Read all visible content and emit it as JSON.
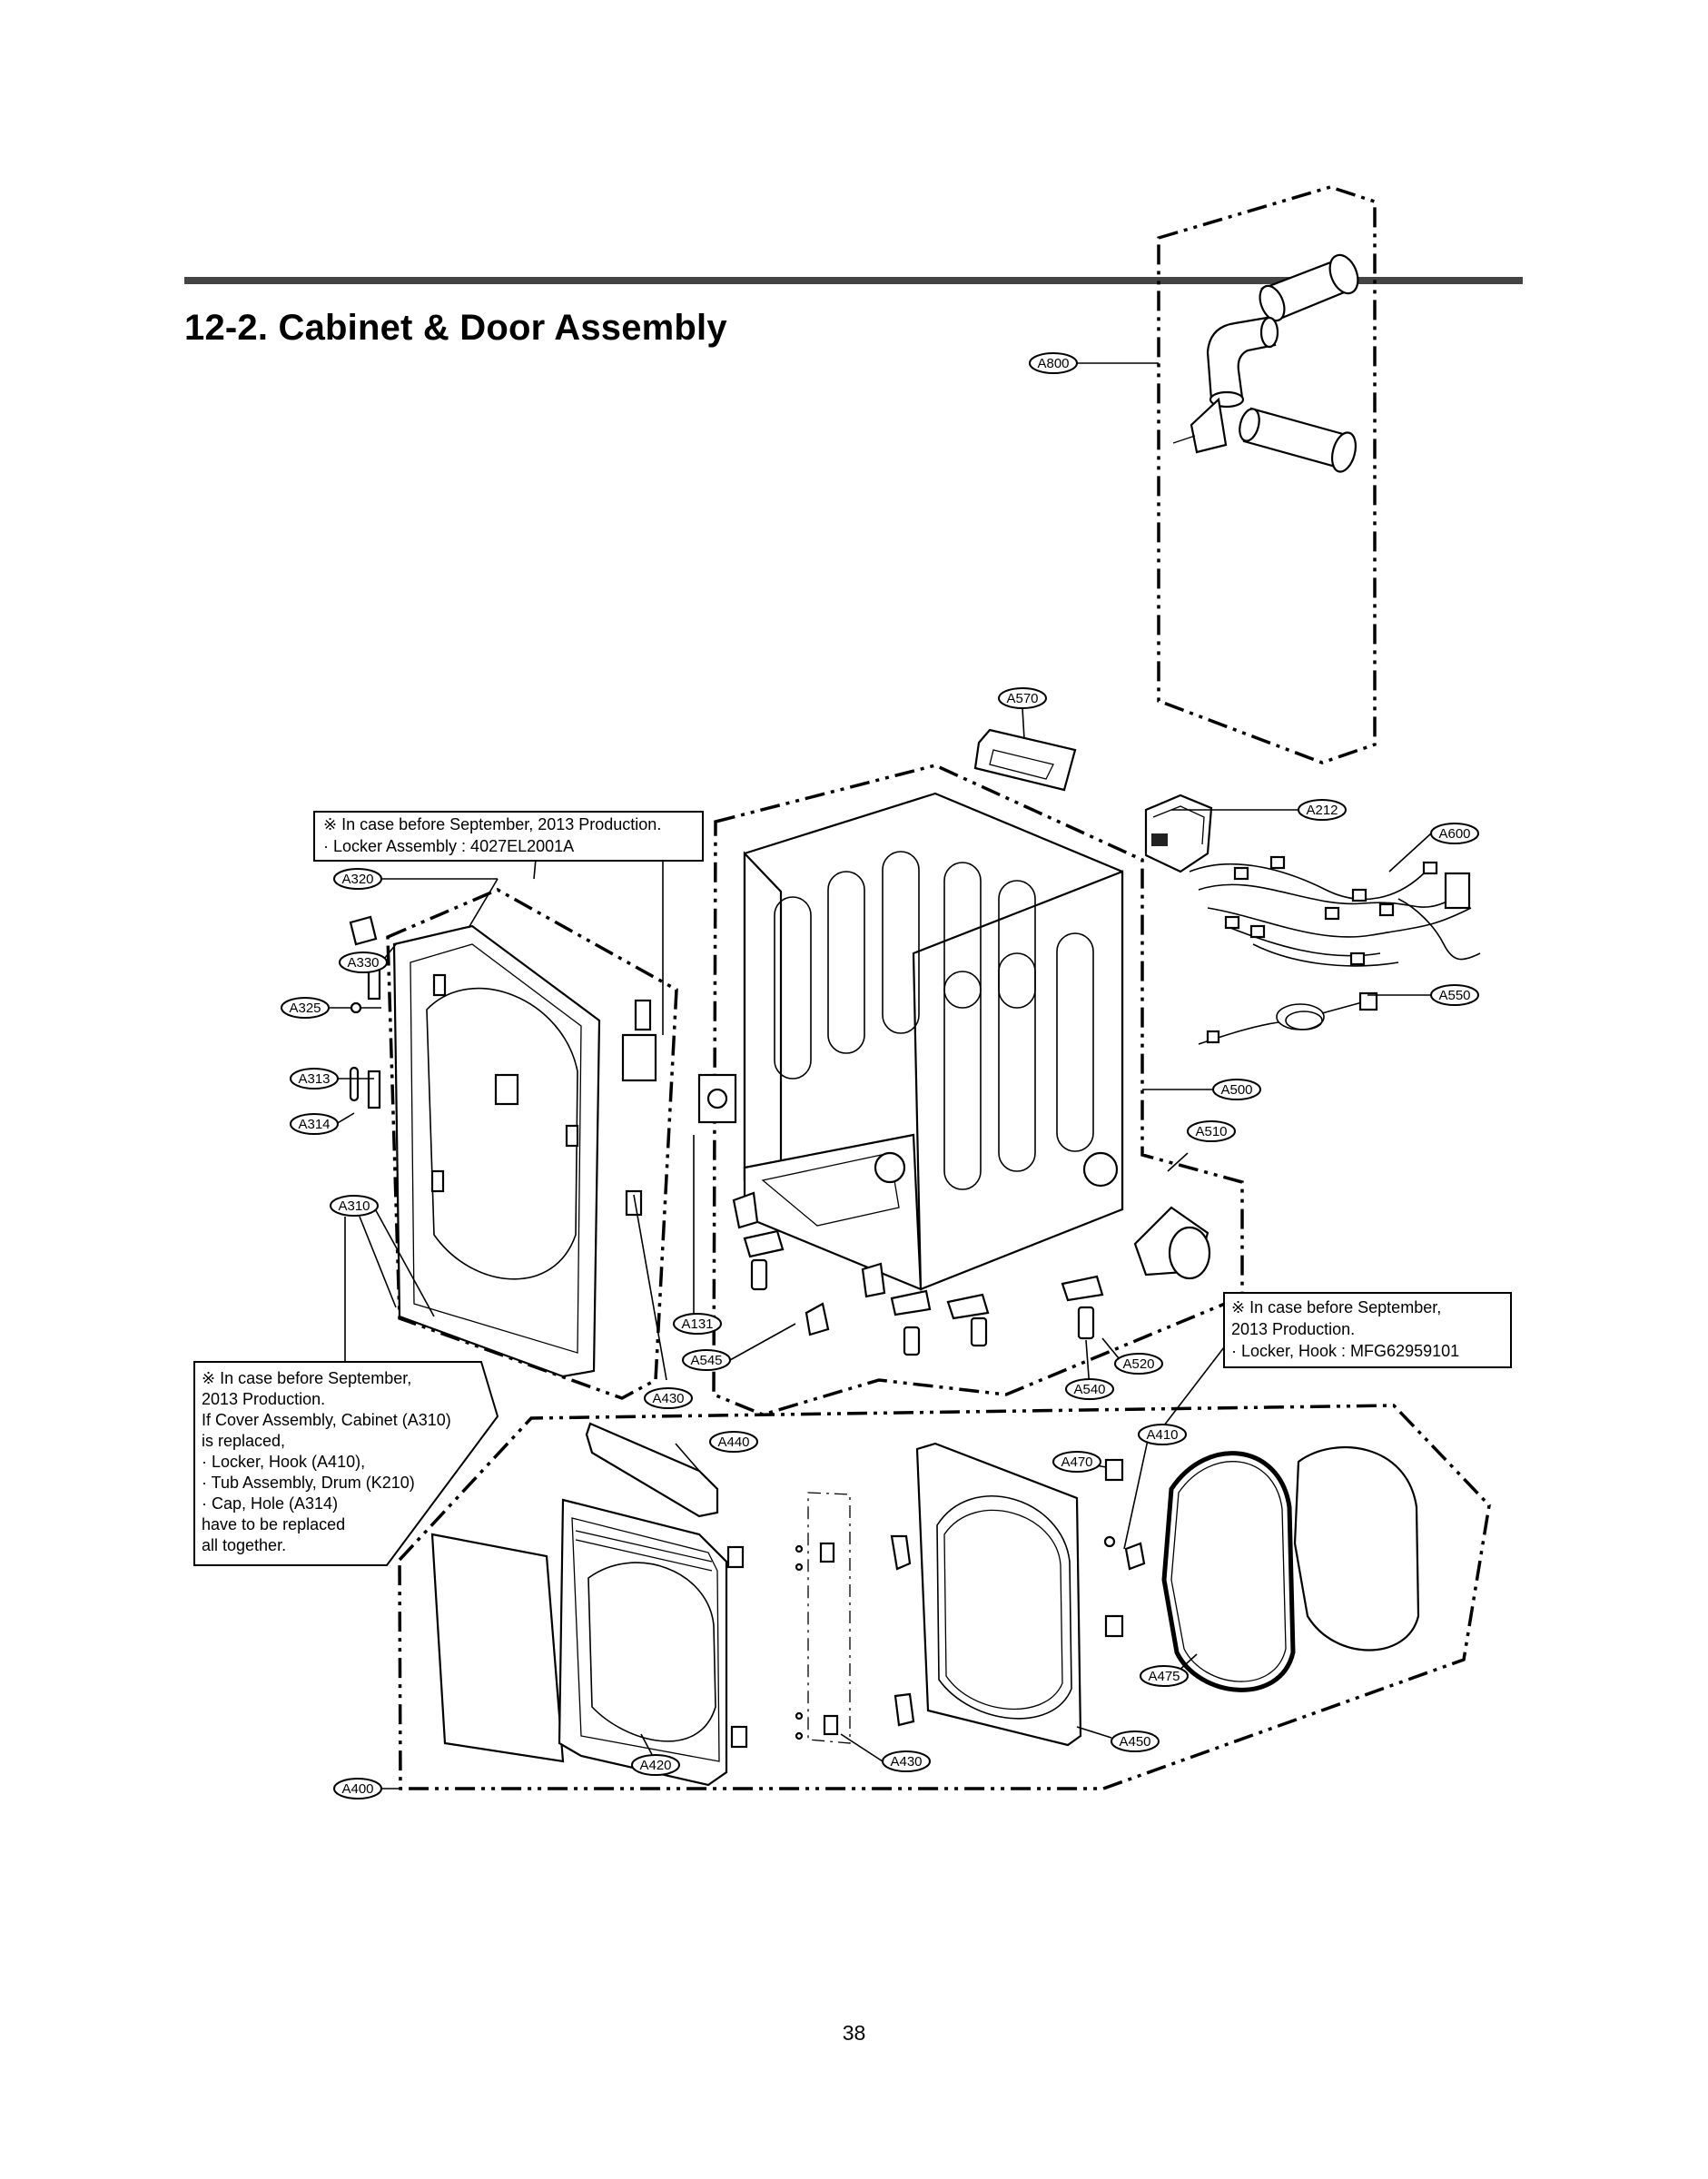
{
  "page": {
    "title": "12-2. Cabinet & Door Assembly",
    "page_number": "38"
  },
  "callouts": {
    "A800": "A800",
    "A570": "A570",
    "A212": "A212",
    "A600": "A600",
    "A550": "A550",
    "A500": "A500",
    "A510": "A510",
    "A320": "A320",
    "A330": "A330",
    "A325": "A325",
    "A313": "A313",
    "A314": "A314",
    "A310": "A310",
    "A131": "A131",
    "A545": "A545",
    "A430_upper": "A430",
    "A520": "A520",
    "A540": "A540",
    "A410": "A410",
    "A440": "A440",
    "A470": "A470",
    "A475": "A475",
    "A450": "A450",
    "A420": "A420",
    "A430_lower": "A430",
    "A400": "A400"
  },
  "notes": {
    "top": [
      "※ In case before September, 2013 Production.",
      "· Locker Assembly : 4027EL2001A"
    ],
    "right": [
      "※ In case before September,",
      "2013 Production.",
      "· Locker, Hook : MFG62959101"
    ],
    "left": [
      "※ In case before September,",
      "2013 Production.",
      "If Cover Assembly, Cabinet (A310)",
      "is replaced,",
      "· Locker, Hook (A410),",
      "· Tub Assembly, Drum (K210)",
      "· Cap, Hole (A314)",
      "have to be replaced",
      "all together."
    ]
  }
}
